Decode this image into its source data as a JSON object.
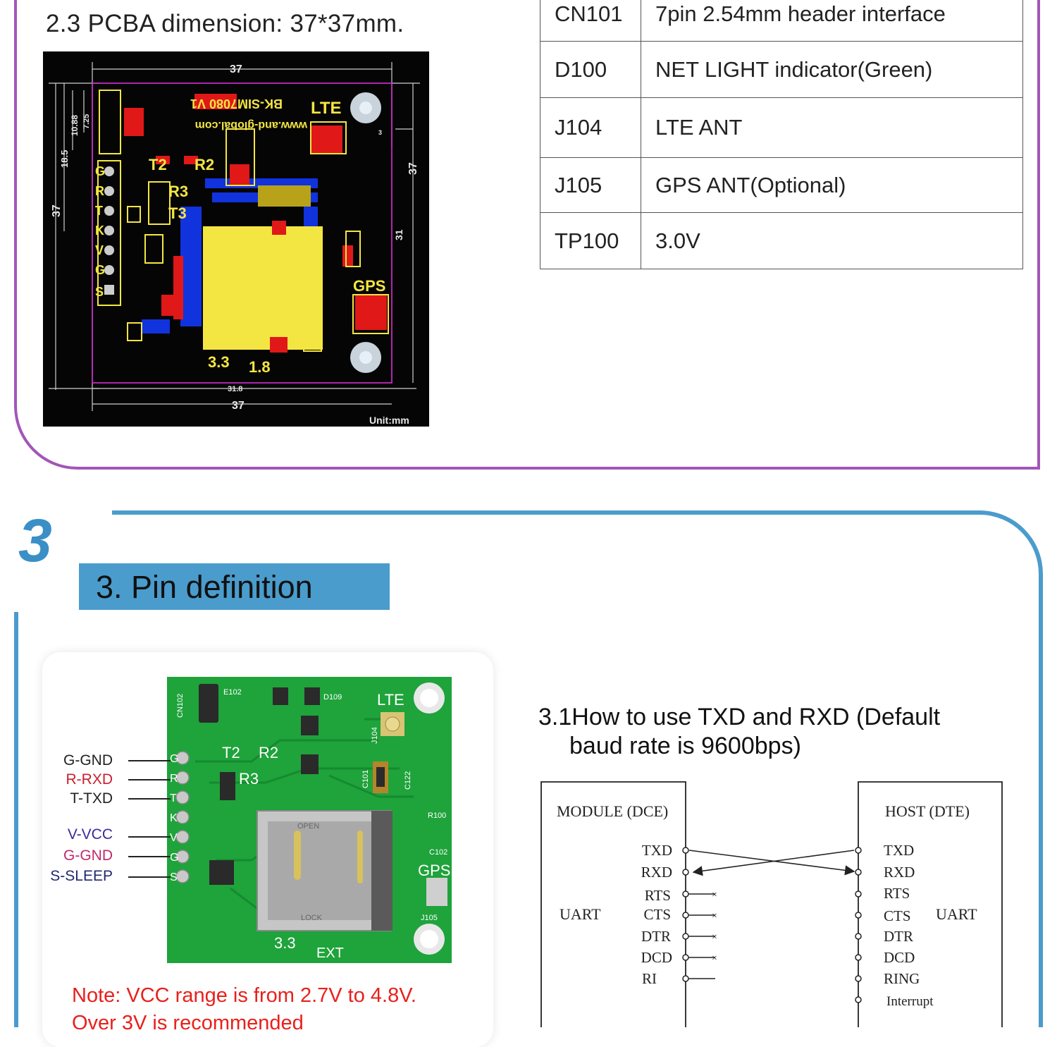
{
  "pcba": {
    "title": "2.3 PCBA dimension: 37*37mm.",
    "board": {
      "dim_top": "37",
      "dim_bottom": "37",
      "dim_bottom_inner": "31.8",
      "dim_left": "37",
      "dim_left_185": "18.5",
      "dim_left_1088": "10.88",
      "dim_left_725": "7.25",
      "dim_right": "37",
      "dim_right_31": "31",
      "dim_small": "3",
      "unit": "Unit:mm",
      "silk_model": "BK-SIM7080 V1",
      "silk_url": "www.and-global.com",
      "lte": "LTE",
      "gps": "GPS",
      "t2": "T2",
      "r2": "R2",
      "r3": "R3",
      "t3": "T3",
      "v33": "3.3",
      "v18": "1.8",
      "pins": [
        "G",
        "R",
        "T",
        "K",
        "V",
        "G",
        "S"
      ]
    }
  },
  "components": {
    "rows": [
      {
        "ref": "CN101",
        "desc": "7pin 2.54mm header interface"
      },
      {
        "ref": "D100",
        "desc": "NET LIGHT indicator(Green)"
      },
      {
        "ref": "J104",
        "desc": "LTE ANT"
      },
      {
        "ref": "J105",
        "desc": "GPS ANT(Optional)"
      },
      {
        "ref": "TP100",
        "desc": "3.0V"
      }
    ]
  },
  "section3": {
    "number": "3",
    "title": "3. Pin definition",
    "pin_labels": [
      {
        "text": "G-GND",
        "color": "#222222"
      },
      {
        "text": "R-RXD",
        "color": "#c8202f"
      },
      {
        "text": "T-TXD",
        "color": "#222222"
      },
      {
        "text": "V-VCC",
        "color": "#3a2a9c"
      },
      {
        "text": "G-GND",
        "color": "#c02a6a"
      },
      {
        "text": "S-SLEEP",
        "color": "#1f2a6e"
      }
    ],
    "board": {
      "lte": "LTE",
      "gps": "GPS",
      "t2": "T2",
      "r2": "R2",
      "r3": "R3",
      "v33": "3.3",
      "ext": "EXT",
      "cn102": "CN102",
      "e102": "E102",
      "d109": "D109",
      "j104": "J104",
      "c101": "C101",
      "c122": "C122",
      "r100": "R100",
      "c102": "C102",
      "j105": "J105",
      "open": "OPEN",
      "lock": "LOCK",
      "pins": [
        "G",
        "R",
        "T",
        "K",
        "V",
        "G",
        "S"
      ]
    },
    "note_line1": "Note: VCC range is from 2.7V to 4.8V.",
    "note_line2": "Over 3V is recommended",
    "uart_heading_line1": "3.1How to use TXD and RXD (Default",
    "uart_heading_line2": "baud rate is 9600bps)",
    "uart": {
      "module_title": "MODULE (DCE)",
      "host_title": "HOST (DTE)",
      "module_side": "UART",
      "host_side": "UART",
      "module_pins": [
        "TXD",
        "RXD",
        "RTS",
        "CTS",
        "DTR",
        "DCD",
        "RI"
      ],
      "host_pins": [
        "TXD",
        "RXD",
        "RTS",
        "CTS",
        "DTR",
        "DCD",
        "RING",
        "Interrupt"
      ]
    }
  },
  "colors": {
    "purple": "#a355b8",
    "blue": "#4a9ccc",
    "pcb_green": "#1fa33b",
    "note_red": "#e8201c",
    "silk_yellow": "#f4e642",
    "pad_red": "#e01818"
  }
}
